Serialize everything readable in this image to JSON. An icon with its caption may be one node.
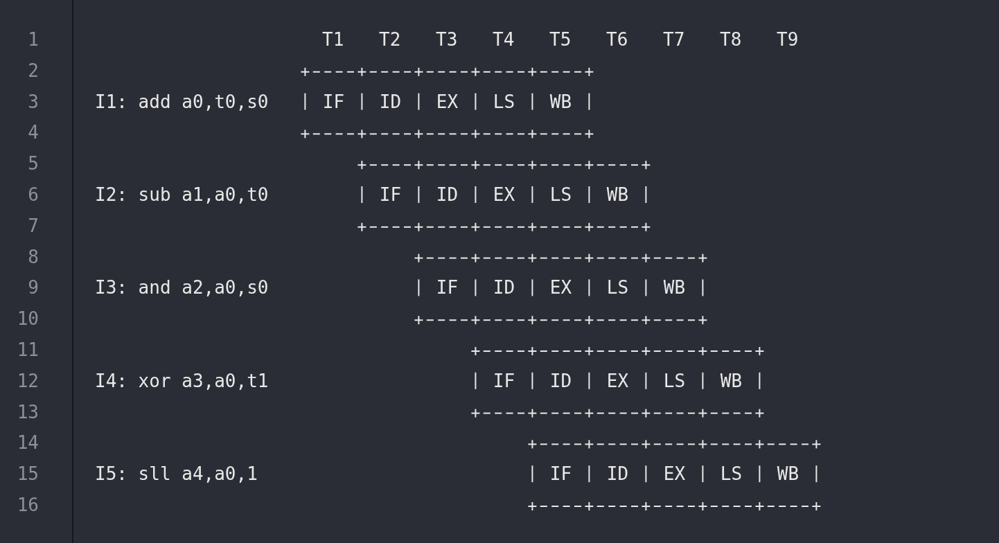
{
  "diagram": {
    "nodes": [
      {
        "text": [
          "IF"
        ]
      },
      {
        "text": [
          "ID"
        ]
      },
      {
        "text": [
          "EX"
        ]
      },
      {
        "text": [
          "LS"
        ]
      },
      {
        "text": [
          "WB"
        ]
      },
      {
        "text": [
          "IF"
        ]
      },
      {
        "text": [
          "ID"
        ]
      },
      {
        "text": [
          "EX"
        ]
      },
      {
        "text": [
          "LS"
        ]
      },
      {
        "text": [
          "WB"
        ]
      },
      {
        "text": [
          "IF"
        ]
      },
      {
        "text": [
          "ID"
        ]
      },
      {
        "text": [
          "EX"
        ]
      },
      {
        "text": [
          "LS"
        ]
      },
      {
        "text": [
          "WB"
        ]
      },
      {
        "text": [
          "IF"
        ]
      },
      {
        "text": [
          "ID"
        ]
      },
      {
        "text": [
          "EX"
        ]
      },
      {
        "text": [
          "LS"
        ]
      },
      {
        "text": [
          "WB"
        ]
      },
      {
        "text": [
          "IF"
        ]
      },
      {
        "text": [
          "ID"
        ]
      },
      {
        "text": [
          "EX"
        ]
      },
      {
        "text": [
          "LS"
        ]
      },
      {
        "text": [
          "WB"
        ]
      }
    ],
    "labels": [
      "1",
      "T1",
      "T2",
      "T3",
      "T4",
      "T5",
      "T6",
      "T7",
      "T8",
      "T9",
      "2",
      "3",
      "I1: add a0,t0,s0",
      "4",
      "5",
      "6",
      "I2: sub a1,a0,t0",
      "7",
      "8",
      "9",
      "I3: and a2,a0,s0",
      "10",
      "11",
      "12",
      "I4: xor a3,a0,t1",
      "13",
      "14",
      "15",
      "I5: sll a4,a0,1",
      "16"
    ]
  }
}
